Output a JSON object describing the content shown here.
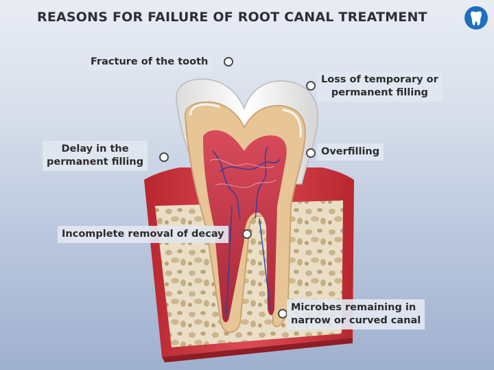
{
  "title": "REASONS FOR FAILURE OF ROOT CANAL TREATMENT",
  "logo_icon": "tooth-logo-icon",
  "colors": {
    "title": "#2a2f38",
    "label_bg": "#e1e7f1",
    "gum": "#c8333a",
    "enamel": "#f2f2f2",
    "dentin": "#e8c79a",
    "pulp": "#c43a48",
    "bone": "#e9ddc4",
    "logo": "#1f6fc0"
  },
  "labels": {
    "fracture": "Fracture of the tooth",
    "loss_line1": "Loss of temporary or",
    "loss_line2": "permanent filling",
    "delay_line1": "Delay in the",
    "delay_line2": "permanent filling",
    "overfilling": "Overfilling",
    "decay": "Incomplete removal of decay",
    "microbes_line1": "Microbes remaining in",
    "microbes_line2": "narrow or curved canal"
  }
}
